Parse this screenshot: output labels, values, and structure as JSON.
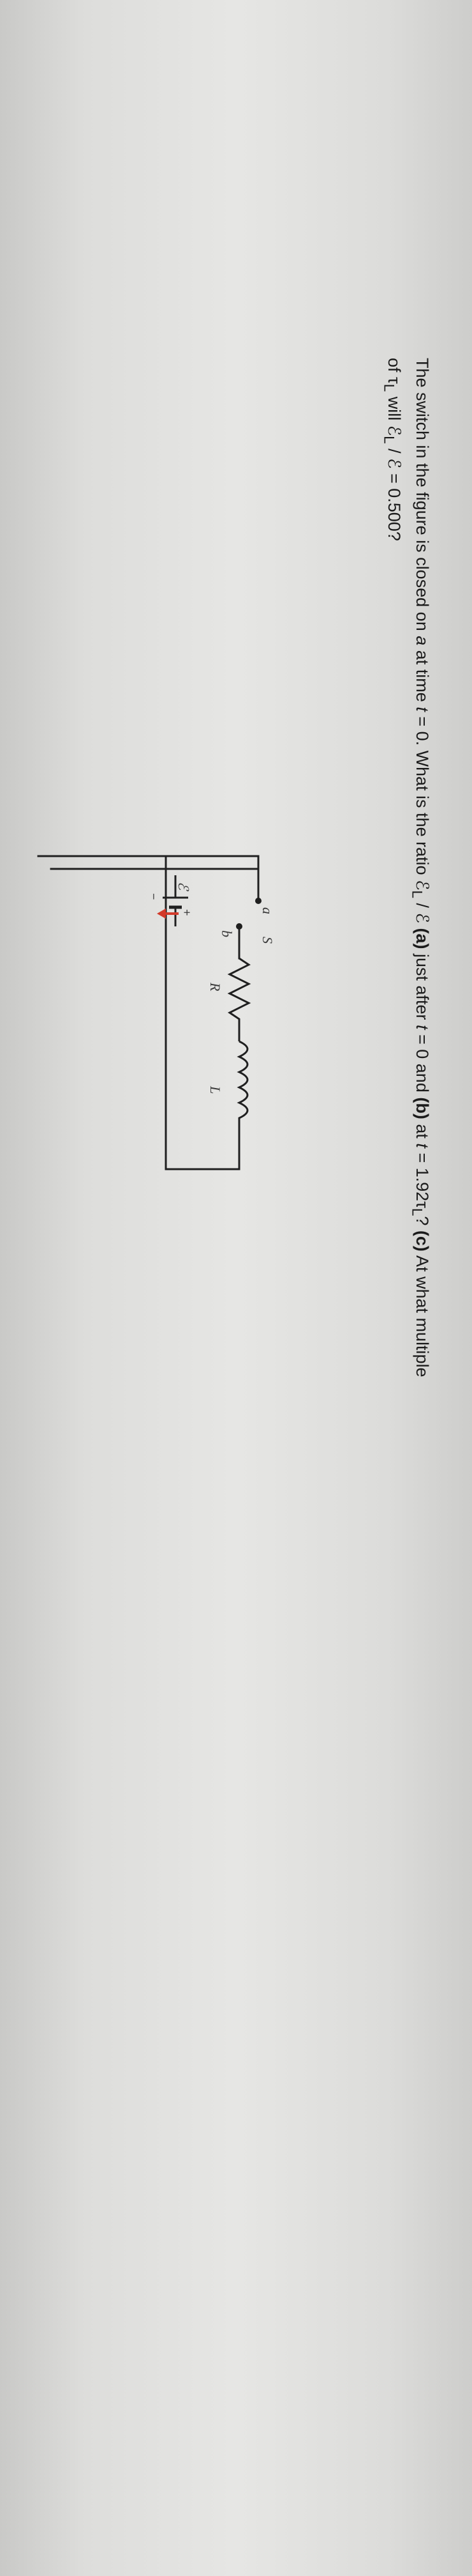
{
  "question": {
    "seg1": "The switch in the figure is closed on ",
    "seg2": "a",
    "seg3": " at time ",
    "seg4": "t",
    "seg5": " = 0. What is the ratio ",
    "seg6": "ℰ",
    "seg7": "L",
    "seg8": " / ",
    "seg9": "ℰ",
    "seg10": " ",
    "seg11": "(a)",
    "seg12": " just after ",
    "seg13": "t",
    "seg14": " = 0 and ",
    "seg15": "(b)",
    "seg16": " at ",
    "seg17": "t",
    "seg18": " = 1.92τ",
    "seg19": "L",
    "seg20": "? ",
    "seg21": "(c)",
    "seg22": " At what multiple",
    "seg23": "of τ",
    "seg24": "L",
    "seg25": " will ",
    "seg26": "ℰ",
    "seg27": "L",
    "seg28": " / ",
    "seg29": "ℰ",
    "seg30": " = 0.500?"
  },
  "figure": {
    "label_a": "a",
    "label_s": "S",
    "label_b": "b",
    "label_r": "R",
    "label_l": "L",
    "label_emf": "ℰ",
    "label_plus": "+",
    "label_minus": "−",
    "colors": {
      "wire": "#1f1f1f",
      "switch": "#d23a2a",
      "label": "#3a3a3a"
    }
  }
}
